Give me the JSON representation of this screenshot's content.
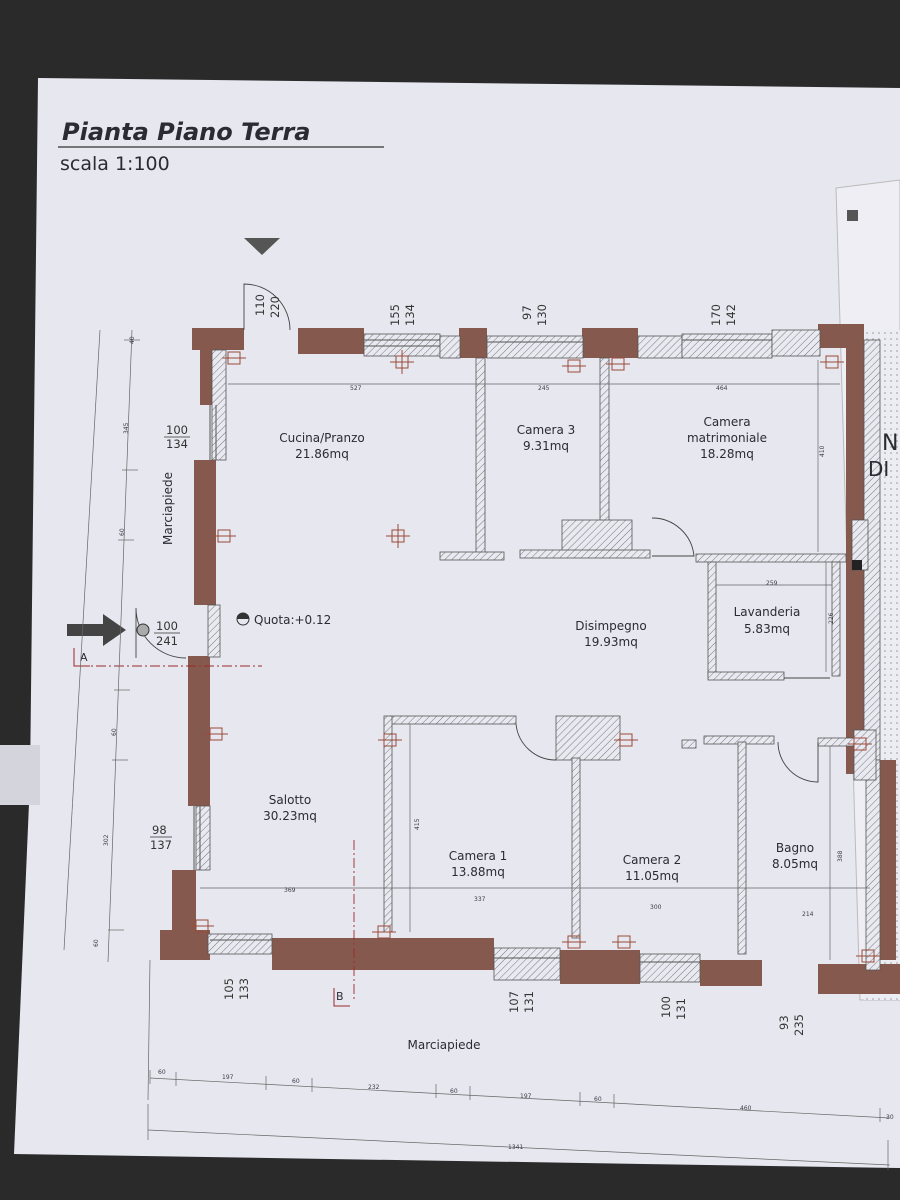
{
  "title": "Pianta Piano Terra",
  "scale": "scala 1:100",
  "rooms": {
    "cucina": {
      "name": "Cucina/Pranzo",
      "area": "21.86mq"
    },
    "camera3": {
      "name": "Camera 3",
      "area": "9.31mq"
    },
    "matrimoniale": {
      "name_1": "Camera",
      "name_2": "matrimoniale",
      "area": "18.28mq"
    },
    "disimpegno": {
      "name": "Disimpegno",
      "area": "19.93mq"
    },
    "lavanderia": {
      "name": "Lavanderia",
      "area": "5.83mq"
    },
    "salotto": {
      "name": "Salotto",
      "area": "30.23mq"
    },
    "camera1": {
      "name": "Camera 1",
      "area": "13.88mq"
    },
    "camera2": {
      "name": "Camera 2",
      "area": "11.05mq"
    },
    "bagno": {
      "name": "Bagno",
      "area": "8.05mq"
    }
  },
  "labels": {
    "marciapiede_side": "Marciapiede",
    "marciapiede_bottom": "Marciapiede",
    "quota": "Quota:+0.12",
    "section_a": "A",
    "section_b": "B",
    "edge_n": "N",
    "edge_di": "DI"
  },
  "openings": {
    "top_door": {
      "w": "110",
      "h": "220"
    },
    "top_w1": {
      "w": "155",
      "h": "134"
    },
    "top_w2": {
      "w": "97",
      "h": "130"
    },
    "top_w3": {
      "w": "170",
      "h": "142"
    },
    "left_w1": {
      "w": "100",
      "h": "134"
    },
    "entrance": {
      "w": "100",
      "h": "241"
    },
    "left_w2": {
      "w": "98",
      "h": "137"
    },
    "bot_w1": {
      "w": "105",
      "h": "133"
    },
    "bot_w2": {
      "w": "107",
      "h": "131"
    },
    "bot_w3": {
      "w": "100",
      "h": "131"
    },
    "bot_door": {
      "w": "93",
      "h": "235"
    }
  },
  "dims": {
    "top": [
      "527",
      "245",
      "464"
    ],
    "lav_width": "259",
    "lav_height": "226",
    "right_410": "410",
    "bottom_internal": [
      "369",
      "337",
      "300",
      "214"
    ],
    "camera1_height": "415",
    "bagno_height": "388",
    "left": [
      "40",
      "345",
      "60",
      "60",
      "302",
      "60"
    ],
    "ext_bottom": [
      "60",
      "197",
      "60",
      "232",
      "60",
      "197",
      "60",
      "460",
      "30"
    ],
    "total": "1341"
  }
}
